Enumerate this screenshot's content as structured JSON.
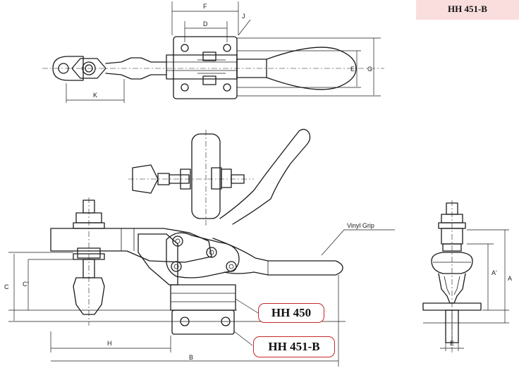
{
  "header_tag": "HH 451-B",
  "models": {
    "hh450": "HH 450",
    "hh451b": "HH 451-B"
  },
  "annotations": {
    "vinyl_grip": "Vinyl Grip"
  },
  "dimension_labels": {
    "F": "F",
    "D": "D",
    "J": "J",
    "E": "E",
    "G": "G",
    "K": "K",
    "C": "C",
    "C_prime": "C'",
    "H": "H",
    "B": "B",
    "A": "A",
    "A_prime": "A'"
  },
  "colors": {
    "tag_bg": "#fadede",
    "callout_border": "#c42a2a",
    "line": "#1a1a1a"
  }
}
